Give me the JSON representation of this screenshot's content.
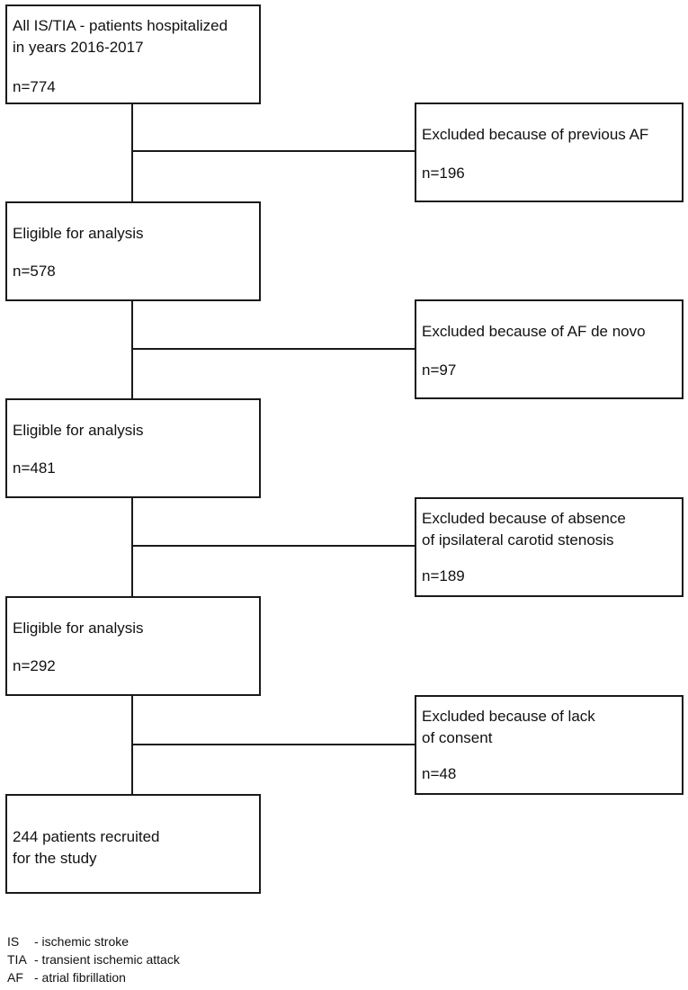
{
  "flow": {
    "start": {
      "lines": [
        "All IS/TIA - patients hospitalized",
        "in years 2016-2017"
      ],
      "count": "n=774"
    },
    "steps": [
      {
        "excluded": {
          "lines": [
            "Excluded because of previous AF"
          ],
          "count": "n=196"
        },
        "eligible": {
          "lines": [
            "Eligible for analysis"
          ],
          "count": "n=578"
        }
      },
      {
        "excluded": {
          "lines": [
            "Excluded because of AF de novo"
          ],
          "count": "n=97"
        },
        "eligible": {
          "lines": [
            "Eligible for analysis"
          ],
          "count": "n=481"
        }
      },
      {
        "excluded": {
          "lines": [
            "Excluded because of absence",
            "of ipsilateral carotid stenosis"
          ],
          "count": "n=189"
        },
        "eligible": {
          "lines": [
            "Eligible for analysis"
          ],
          "count": "n=292"
        }
      },
      {
        "excluded": {
          "lines": [
            "Excluded because of lack",
            "of consent"
          ],
          "count": "n=48"
        }
      }
    ],
    "final": {
      "lines": [
        "244 patients recruited",
        "for the study"
      ]
    }
  },
  "legend": [
    {
      "abbr": "IS",
      "desc": "- ischemic stroke"
    },
    {
      "abbr": "TIA",
      "desc": "- transient ischemic attack"
    },
    {
      "abbr": "AF",
      "desc": "- atrial fibrillation"
    }
  ]
}
